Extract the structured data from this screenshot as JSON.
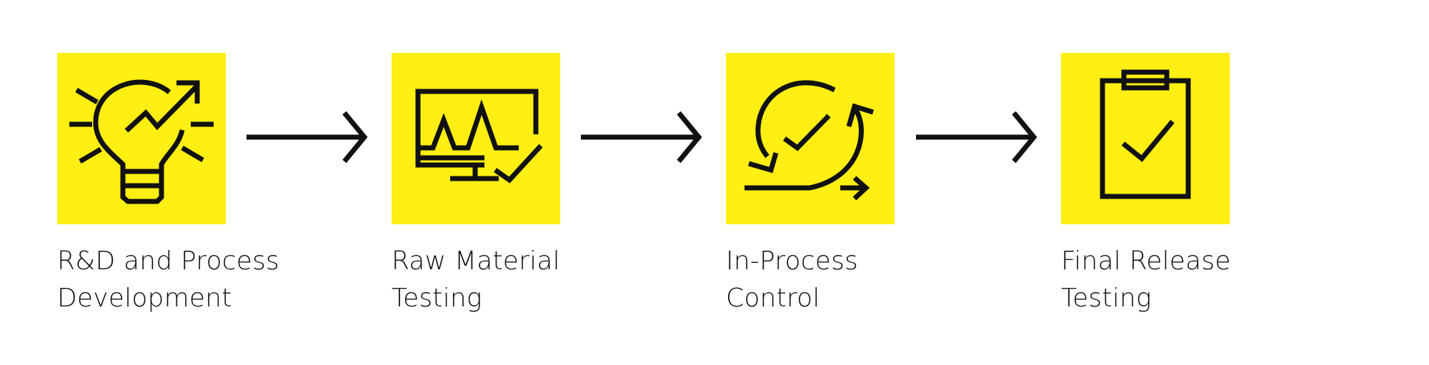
{
  "theme": {
    "accent": "#FFEF12",
    "ink": "#111111",
    "background": "#FFFFFF"
  },
  "steps": [
    {
      "icon": "lightbulb-growth-icon",
      "label_line1": "R&D and Process",
      "label_line2": "Development"
    },
    {
      "icon": "monitor-chart-check-icon",
      "label_line1": "Raw Material",
      "label_line2": "Testing"
    },
    {
      "icon": "cycle-check-icon",
      "label_line1": "In-Process",
      "label_line2": "Control"
    },
    {
      "icon": "clipboard-check-icon",
      "label_line1": "Final Release",
      "label_line2": "Testing"
    }
  ],
  "connectors": [
    {
      "from": "R&D and Process Development",
      "to": "Raw Material Testing"
    },
    {
      "from": "Raw Material Testing",
      "to": "In-Process Control"
    },
    {
      "from": "In-Process Control",
      "to": "Final Release Testing"
    }
  ]
}
